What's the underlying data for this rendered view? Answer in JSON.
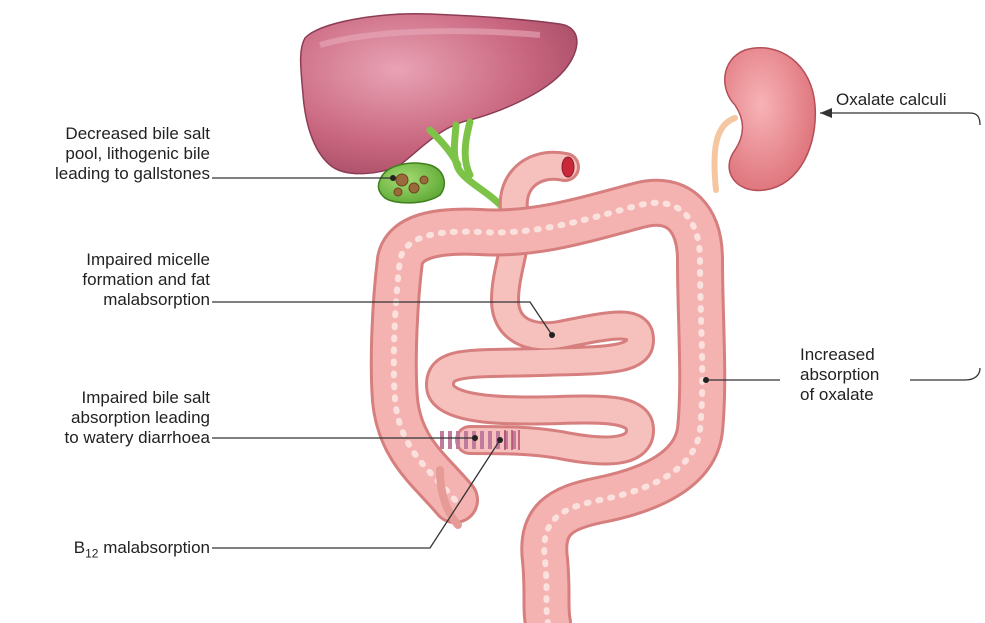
{
  "labels": {
    "gallstones": [
      "Decreased bile salt",
      "pool, lithogenic bile",
      "leading to gallstones"
    ],
    "micelle": [
      "Impaired micelle",
      "formation and fat",
      "malabsorption"
    ],
    "bile_salt": [
      "Impaired bile salt",
      "absorption leading",
      "to watery diarrhoea"
    ],
    "b12": {
      "prefix": "B",
      "sub": "12",
      "suffix": " malabsorption"
    },
    "oxalate_calculi": "Oxalate calculi",
    "oxalate_absorption": [
      "Increased",
      "absorption",
      "of oxalate"
    ]
  },
  "colors": {
    "liver": "#c8657e",
    "gallbladder": "#6fbf3a",
    "bowel": "#f4b3b0",
    "bowel_edge": "#d67f7e",
    "kidney": "#ec8a8f",
    "leader": "#333333"
  }
}
